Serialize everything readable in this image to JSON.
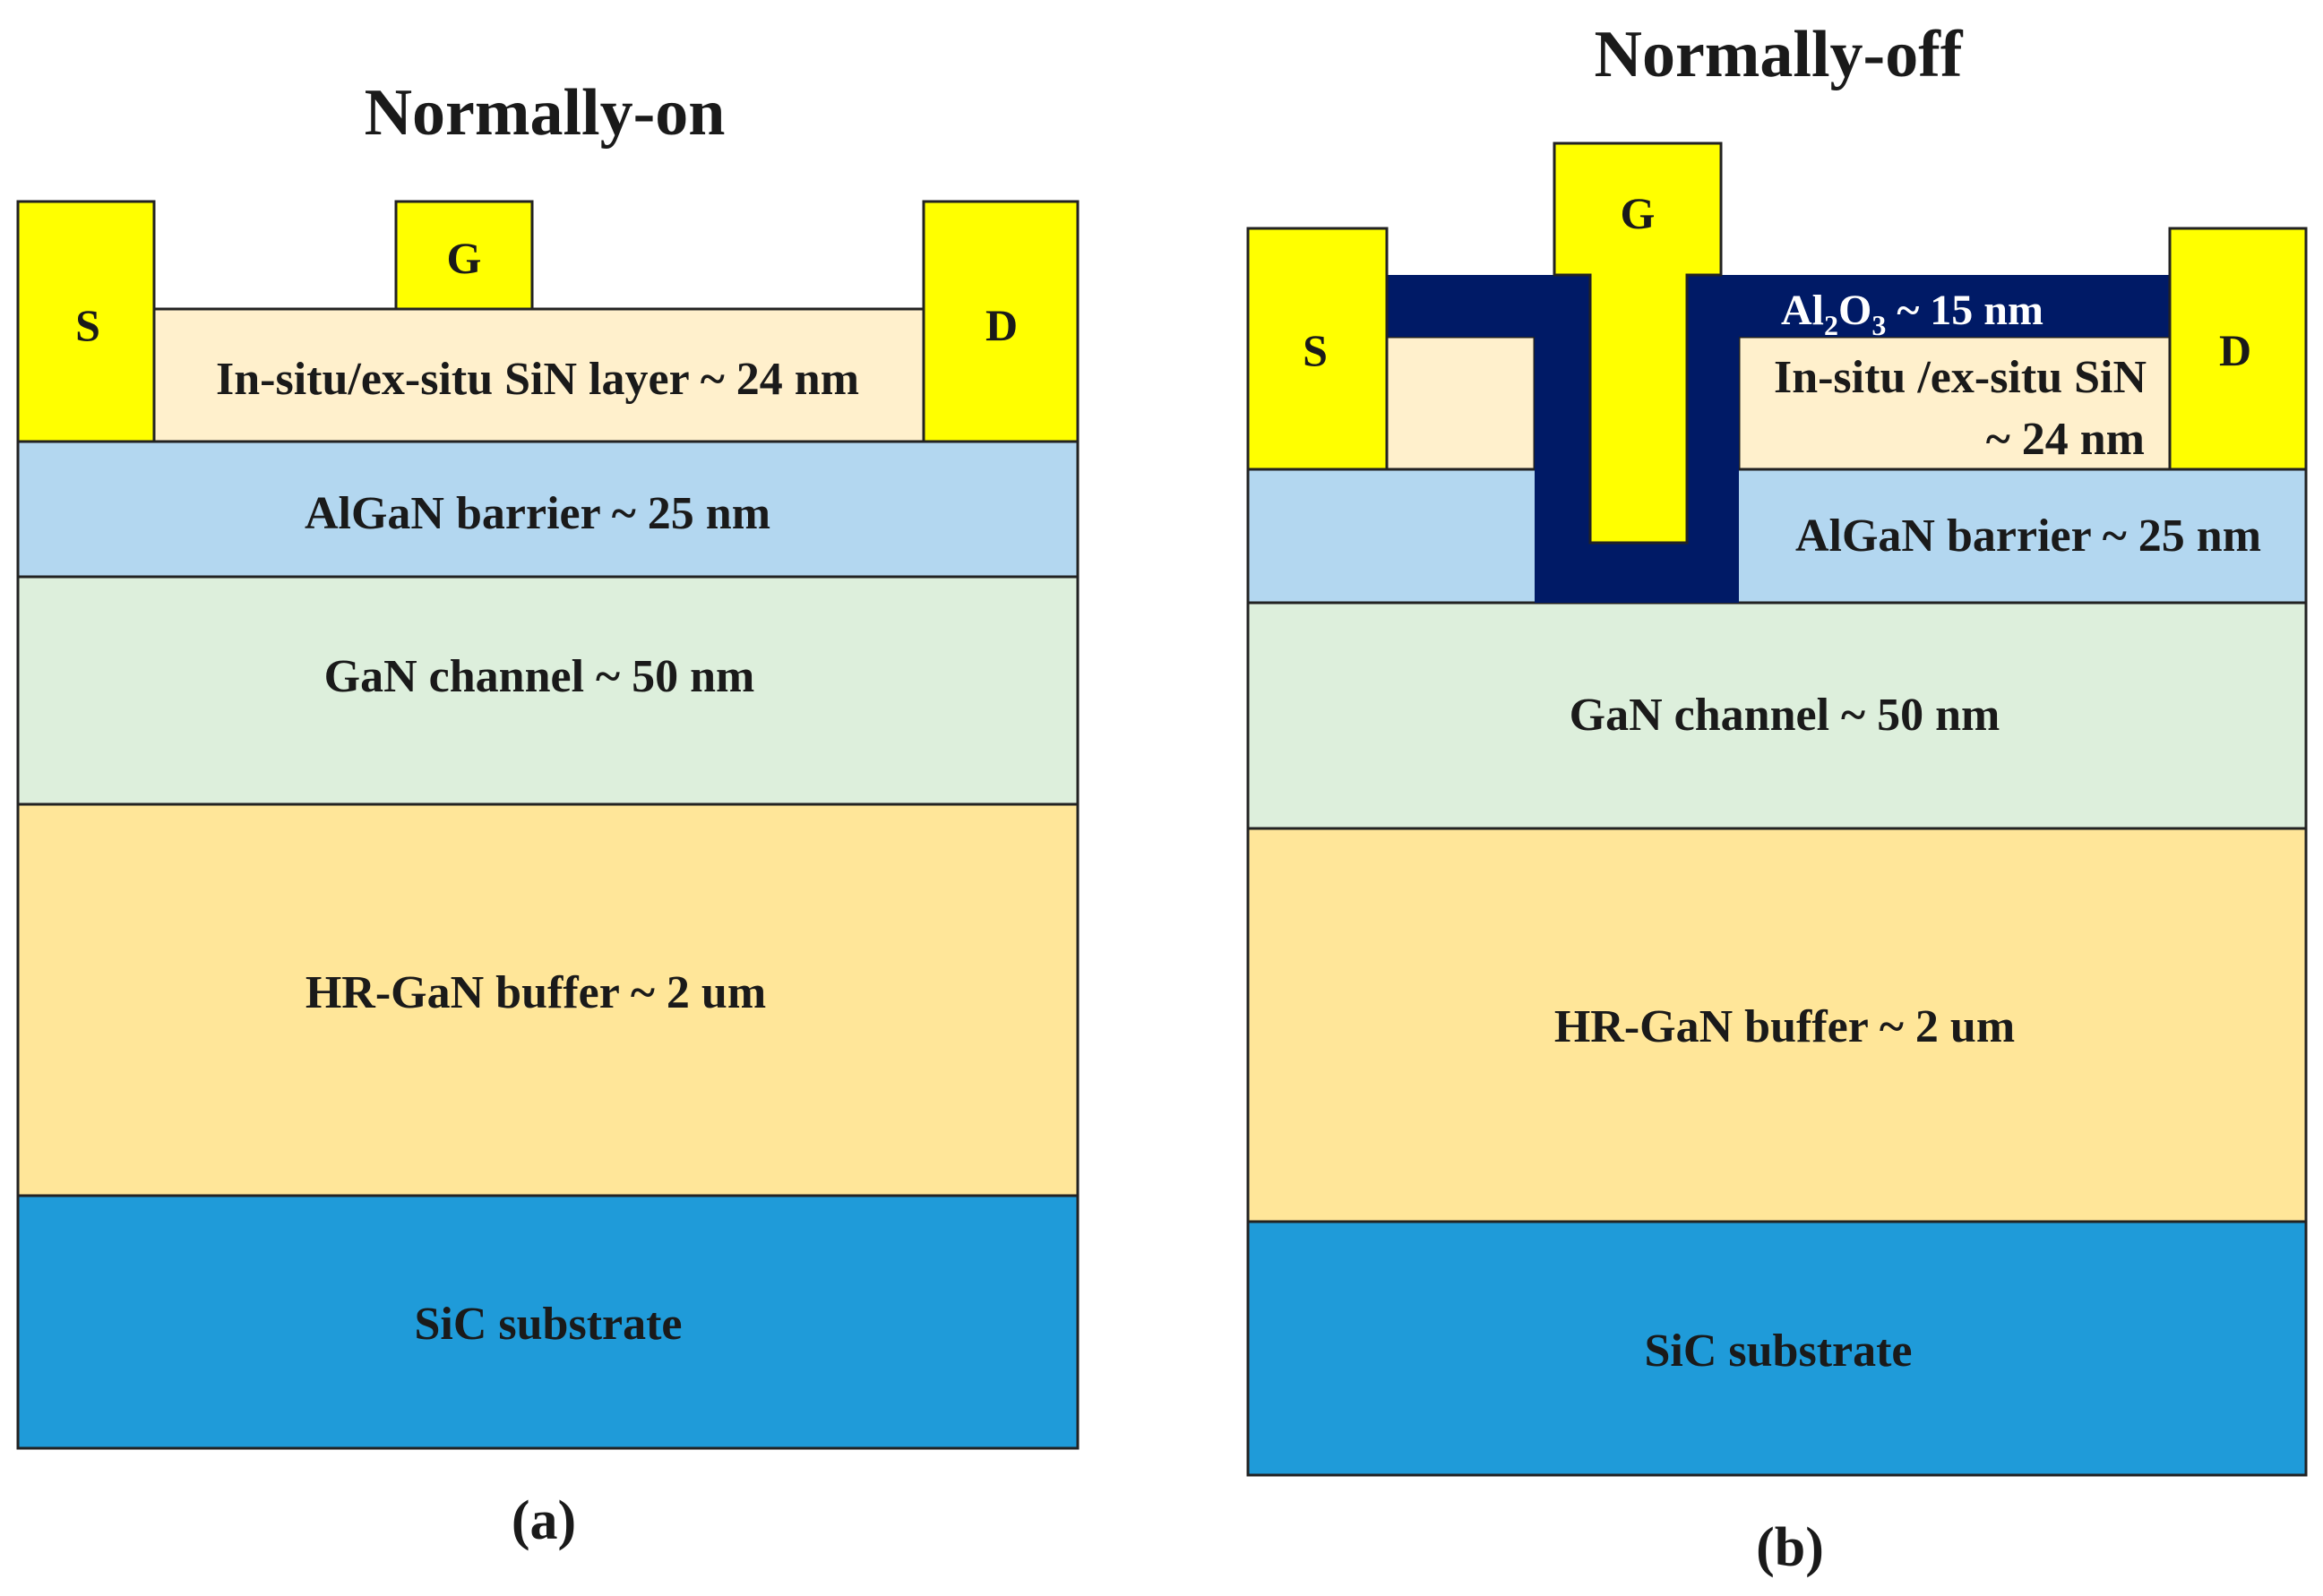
{
  "colors": {
    "metal": "#FFFF00",
    "sin": "#FFF0CC",
    "algan": "#B3D7F0",
    "gan_channel": "#DDEFDC",
    "buffer": "#FFE699",
    "substrate": "#1F9BD9",
    "oxide": "#001A66",
    "outline": "#222222"
  },
  "panel_a": {
    "title": "Normally-on",
    "caption": "(a)",
    "source_label": "S",
    "gate_label": "G",
    "drain_label": "D",
    "sin_label": "In-situ/ex-situ SiN layer ~ 24 nm",
    "algan_label": "AlGaN barrier ~ 25 nm",
    "channel_label": "GaN channel ~ 50 nm",
    "buffer_label": "HR-GaN buffer ~ 2 um",
    "substrate_label": "SiC substrate"
  },
  "panel_b": {
    "title": "Normally-off",
    "caption": "(b)",
    "source_label": "S",
    "gate_label": "G",
    "drain_label": "D",
    "oxide_label_main": "Al",
    "oxide_sub_2": "2",
    "oxide_label_o": "O",
    "oxide_sub_3": "3",
    "oxide_label_rest": " ~ 15 nm",
    "sin_label_line1": "In-situ /ex-situ SiN",
    "sin_label_line2": "~ 24 nm",
    "algan_label": "AlGaN barrier ~ 25 nm",
    "channel_label": "GaN channel ~ 50 nm",
    "buffer_label": "HR-GaN buffer ~ 2 um",
    "substrate_label": "SiC substrate"
  }
}
